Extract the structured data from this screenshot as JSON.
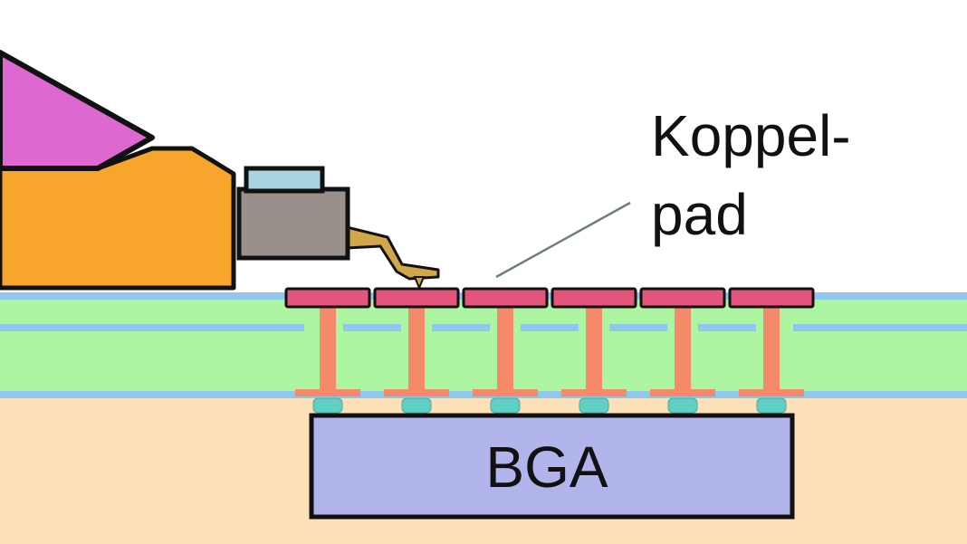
{
  "labels": {
    "pad_line1": "Koppel-",
    "pad_line2": "pad",
    "bga": "BGA"
  },
  "pad_count": 6,
  "colors": {
    "background": "#ffffff",
    "substrate": "#fce0b8",
    "pcb": "#aef5a2",
    "inner_layer": "#8ec8ee",
    "pad": "#e3557a",
    "via": "#f58a6a",
    "ball": "#5fcfc4",
    "bga": "#b2b4ec",
    "probe_body": "#f7a62b",
    "probe_head": "#dd69d0",
    "probe_cap": "#a9d5e0",
    "probe_block": "#9a908a",
    "probe_needle": "#d2a64b",
    "pointer_line": "#6f7f78",
    "outline": "#111111"
  }
}
